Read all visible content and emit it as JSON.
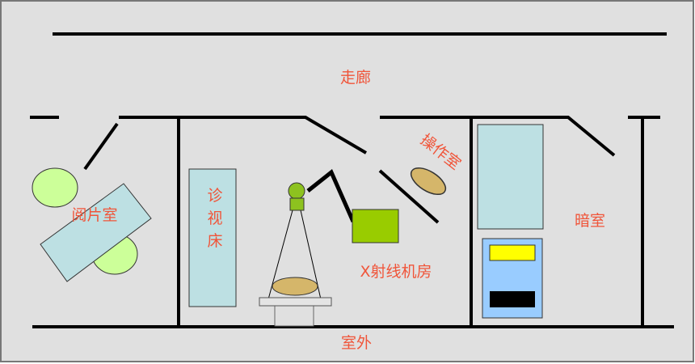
{
  "labels": {
    "corridor": "走廊",
    "film_reading_room": "阅片室",
    "exam_bed": [
      "诊",
      "视",
      "床"
    ],
    "xray_room": "X射线机房",
    "control_room": "操作室",
    "darkroom": "暗室",
    "outdoor": "室外"
  },
  "colors": {
    "background": "#e0e0e0",
    "label": "#f0553a",
    "light_blue": "#bde0e3",
    "green_light": "#ccff99",
    "green": "#99cc00",
    "gold": "#d5b66a",
    "blue": "#99ccff",
    "yellow": "#ffff00"
  }
}
